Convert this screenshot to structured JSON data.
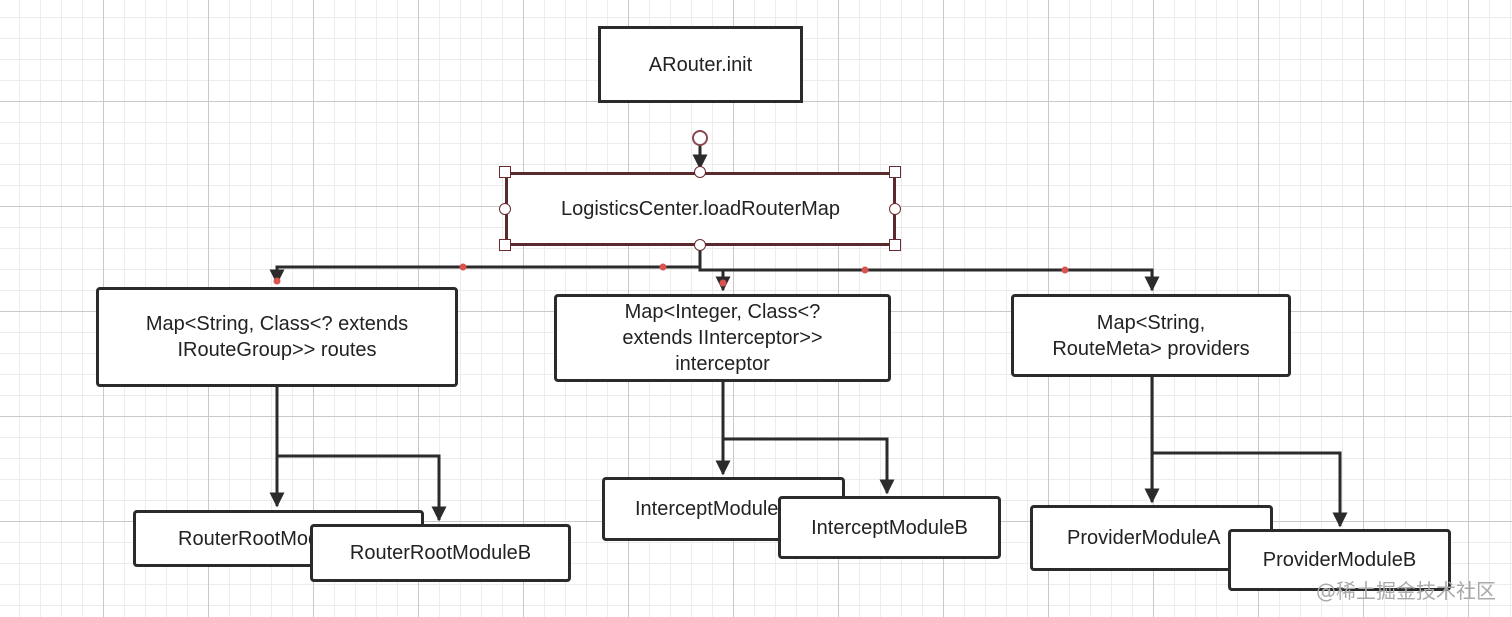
{
  "nodes": {
    "init": "ARouter.init",
    "load": "LogisticsCenter.loadRouterMap",
    "routes": "Map<String, Class<? extends\nIRouteGroup>> routes",
    "interceptor": "Map<Integer, Class<?\nextends IInterceptor>>\ninterceptor",
    "providers": "Map<String,\nRouteMeta> providers",
    "routerA": "RouterRootModuleA",
    "routerB": "RouterRootModuleB",
    "interceptA": "InterceptModuleA",
    "interceptB": "InterceptModuleB",
    "providerA": "ProviderModuleA",
    "providerB": "ProviderModuleB"
  },
  "watermark": "@稀土掘金技术社区",
  "colors": {
    "edge": "#2b2b2b",
    "selection": "#5b2a2e",
    "waypoint": "#d9534f",
    "grid": "#c9c9c9"
  }
}
